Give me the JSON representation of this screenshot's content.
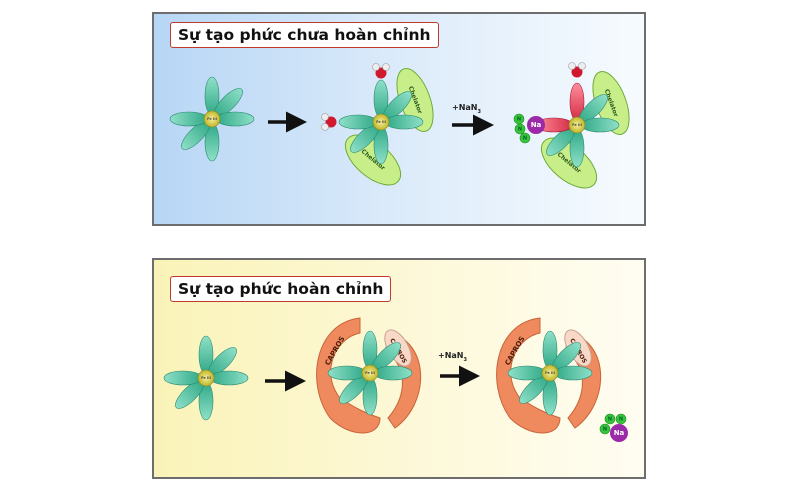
{
  "panels": [
    {
      "title": "Sự tạo phức chưa hoàn chỉnh",
      "reagent": "+NaN",
      "reagent_sub": "3",
      "chelator": "Chelator",
      "center": "Fe III",
      "sodium": "Na",
      "nitrogen": "N"
    },
    {
      "title": "Sự tạo phức hoàn chỉnh",
      "reagent": "+NaN",
      "reagent_sub": "3",
      "chelator": "CAPROS",
      "center": "Fe III",
      "sodium": "Na",
      "nitrogen": "N"
    }
  ],
  "colors": {
    "petal": "#4fc4a8",
    "center": "#e6dc5a",
    "chelator_green": "#c8ee8a",
    "capros": "#ee8a5e",
    "capros_light": "#f8d9c8",
    "water_o": "#d0182e",
    "sodium": "#9c2aa8",
    "nitrogen": "#37c43a",
    "bound": "#e84a5f"
  }
}
